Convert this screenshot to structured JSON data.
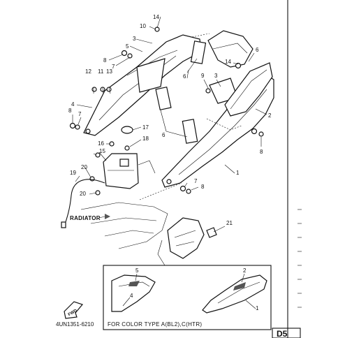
{
  "callouts": {
    "c14a": "14",
    "c10": "10",
    "c3a": "3",
    "c5a": "5",
    "c8a": "8",
    "c7a": "7",
    "c6a": "6",
    "c12": "12",
    "c11": "11",
    "c13": "13",
    "c4a": "4",
    "c8b": "8",
    "c7b": "7",
    "c6b": "6",
    "c9": "9",
    "c3b": "3",
    "c6c": "6",
    "c14b": "14",
    "c17": "17",
    "c18": "18",
    "c16": "16",
    "c15": "15",
    "c2a": "2",
    "c8c": "8",
    "c7c": "7",
    "c8d": "8",
    "c1a": "1",
    "c20a": "20",
    "c19": "19",
    "c20b": "20",
    "c21": "21",
    "c5b": "5",
    "c2b": "2",
    "c4b": "4",
    "c1b": "1"
  },
  "labels": {
    "radiator": "RADIATOR",
    "fwd": "FWD",
    "part_code": "4UN1351-6210",
    "inset_caption": "FOR COLOR TYPE A(BL2),C(HTR)",
    "corner_code": "D5"
  }
}
